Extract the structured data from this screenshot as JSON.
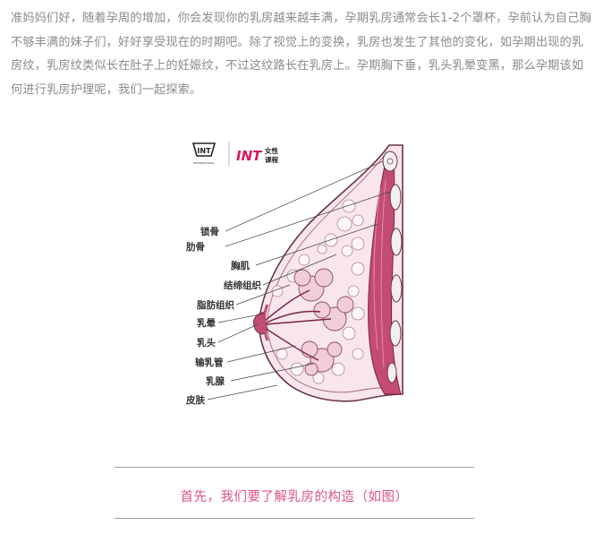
{
  "article": {
    "intro_text": "准妈妈们好，随着孕周的增加，你会发现你的乳房越来越丰满，孕期乳房通常会长1-2个罩杯，孕前认为自己胸不够丰满的妹子们，好好享受现在的时期吧。除了视觉上的变换，乳房也发生了其他的变化，如孕期出现的乳房纹，乳房纹类似长在肚子上的妊娠纹，不过这纹路长在乳房上。孕期胸下垂，乳头乳晕变黑，那么孕期该如何进行乳房护理呢，我们一起探索。"
  },
  "figure": {
    "logo_right_text": "INT",
    "logo_right_sub1": "女性",
    "logo_right_sub2": "课程",
    "logo_left_text": "INT",
    "logo_small_text": "INTERNATIONAL",
    "labels": [
      "锁骨",
      "肋骨",
      "胸肌",
      "结缔组织",
      "脂肪组织",
      "乳晕",
      "乳头",
      "输乳管",
      "乳腺",
      "皮肤"
    ]
  },
  "caption": {
    "text": "首先，我们要了解乳房的构造（如图）"
  },
  "colors": {
    "caption": "#e0557e",
    "text": "#8b8b8b",
    "tissue": "#f6e3e8",
    "muscle": "#c44c73"
  }
}
